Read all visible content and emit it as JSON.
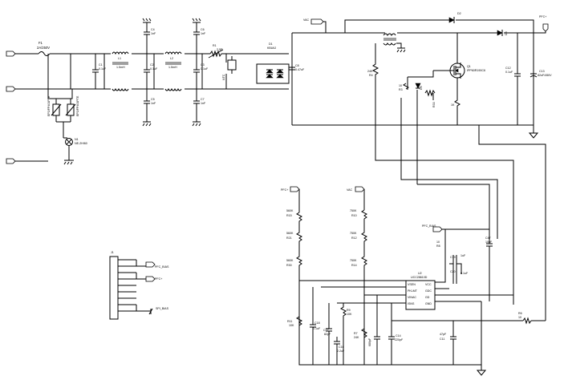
{
  "components": {
    "F1": {
      "ref": "F1",
      "value": "2A/250V"
    },
    "C1": {
      "ref": "C1",
      "value": "0.1uF"
    },
    "C2": {
      "ref": "C2",
      "value": "0.1uF"
    },
    "C3": {
      "ref": "C3",
      "value": "0.1uF"
    },
    "C4": {
      "ref": "C4",
      "value": "1nF"
    },
    "C5": {
      "ref": "C5",
      "value": "1nF"
    },
    "C6": {
      "ref": "C6",
      "value": "1nF"
    },
    "C7": {
      "ref": "C7",
      "value": "1nF"
    },
    "L1": {
      "ref": "L1",
      "value": "1.5mH"
    },
    "L2": {
      "ref": "L2",
      "value": "1.5mH"
    },
    "R1": {
      "ref": "R1",
      "value": "2.5R"
    },
    "D1": {
      "ref": "D1",
      "value": "KBU6J"
    },
    "C8": {
      "ref": "C8",
      "value": "0.47uF"
    },
    "C9": {
      "ref": "C9",
      "value": "0.47uF"
    },
    "D2": {
      "ref": "D2",
      "value": "UF4007"
    },
    "D3": {
      "ref": "D3",
      "value": "EP3/FP401PTE"
    },
    "D4": {
      "ref": "D4",
      "value": "EP3/FP401PTE"
    },
    "D5": {
      "ref": "D5",
      "value": "MUR460"
    },
    "D6": {
      "ref": "D6",
      "value": "UF4007"
    },
    "Q1": {
      "ref": "Q1",
      "value": "IPP60R190C6"
    },
    "C12": {
      "ref": "C12",
      "value": "0.1uF"
    },
    "C13": {
      "ref": "C13",
      "value": "82uF/450V"
    },
    "R4": {
      "ref": "R4",
      "value": "24K"
    },
    "R3": {
      "ref": "R3",
      "value": "10"
    },
    "R5": {
      "ref": "R5",
      "value": "1K"
    },
    "R20": {
      "ref": "R20",
      "value": "R33"
    },
    "R15": {
      "ref": "R15",
      "value": "560K"
    },
    "R21": {
      "ref": "R21",
      "value": "560K"
    },
    "R30": {
      "ref": "R30",
      "value": "560K"
    },
    "R10": {
      "ref": "R10",
      "value": "750K"
    },
    "R12": {
      "ref": "R12",
      "value": "750K"
    },
    "R14": {
      "ref": "R14",
      "value": "750K"
    },
    "R11": {
      "ref": "R11",
      "value": "10K"
    },
    "R9": {
      "ref": "R9",
      "value": "10K"
    },
    "R7": {
      "ref": "R7",
      "value": "24K"
    },
    "R6": {
      "ref": "R6",
      "value": "10"
    },
    "R8": {
      "ref": "R8",
      "value": "10"
    },
    "C10": {
      "ref": "C10",
      "value": "680pF"
    },
    "C11": {
      "ref": "C11",
      "value": "47pF"
    },
    "C14": {
      "ref": "C14",
      "value": "220pF"
    },
    "C16": {
      "ref": "C16",
      "value": "2.2uF"
    },
    "C17": {
      "ref": "C17",
      "value": "82pF"
    },
    "C18": {
      "ref": "C18",
      "value": "0.1uF"
    },
    "C19": {
      "ref": "C19",
      "value": "1uF"
    },
    "C20": {
      "ref": "C20",
      "value": "0.1uF"
    },
    "C47": {
      "ref": "C47",
      "value": "10uF"
    },
    "U2": {
      "ref": "U2",
      "value": "UCC28610D"
    },
    "RV1": {
      "ref": "RV1",
      "value": "NTC"
    },
    "J1": {
      "ref": "J1"
    },
    "N1": {
      "ref": "N1",
      "value": "NE-2H/60"
    }
  },
  "nets": {
    "vac": "VAC",
    "vac2": "VAC",
    "pfc_out": "PFC+",
    "pfc_in": "PFC+",
    "pfc_j": "PFC+",
    "pfc_bias": "PFC_BIAS",
    "pfc_bias2": "PFC_BIAS",
    "spi_bias": "SPI_BIAS"
  },
  "u2_pins": {
    "left": [
      "VSEN",
      "PKLMT",
      "VINAC",
      "ISNS"
    ],
    "right": [
      "VCC",
      "GDC",
      "GD",
      "GND"
    ]
  }
}
